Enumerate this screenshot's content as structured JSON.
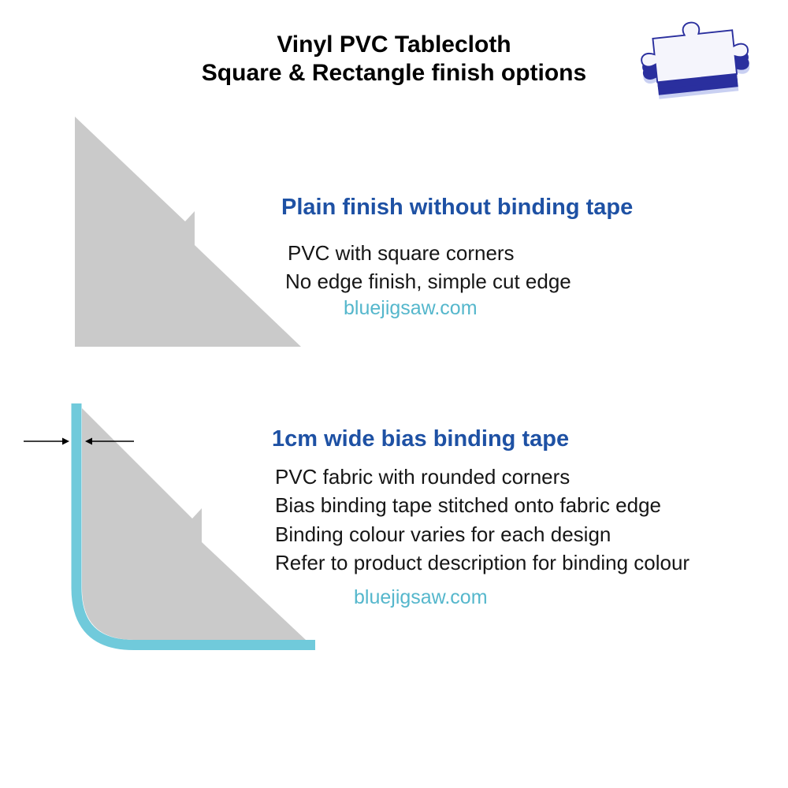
{
  "title": {
    "line1": "Vinyl PVC Tablecloth",
    "line2": "Square & Rectangle finish options"
  },
  "logo": {
    "name": "blue-jigsaw-puzzle-piece"
  },
  "sections": [
    {
      "heading": "Plain finish without binding tape",
      "lines": [
        "PVC with square corners",
        "No edge finish, simple cut edge"
      ],
      "website": "bluejigsaw.com"
    },
    {
      "heading": "1cm wide bias binding tape",
      "lines": [
        "PVC fabric with rounded corners",
        "Bias binding tape stitched onto fabric edge",
        "Binding colour varies for each design",
        "Refer to product description for binding colour"
      ],
      "website": "bluejigsaw.com"
    }
  ],
  "colors": {
    "heading_blue": "#1e51a4",
    "fabric_gray": "#cacaca",
    "tape_teal": "#70cadb",
    "website_teal": "#55b7cc",
    "logo_blue": "#2a2f9e",
    "text_black": "#161616"
  }
}
